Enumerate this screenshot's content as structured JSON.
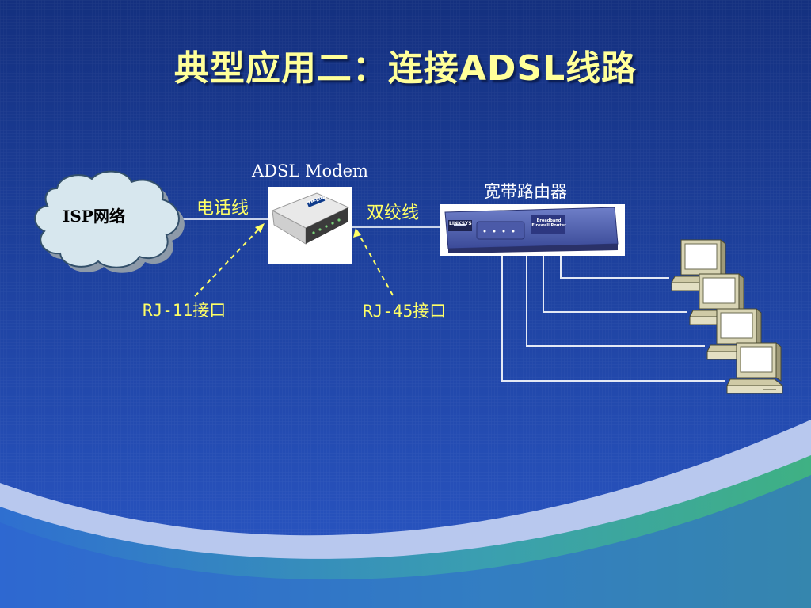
{
  "slide": {
    "title": "典型应用二：连接ADSL线路"
  },
  "diagram": {
    "nodes": {
      "isp_cloud": {
        "label": "ISP网络"
      },
      "modem": {
        "label": "ADSL Modem",
        "brand": "TP-LINK"
      },
      "router": {
        "label": "宽带路由器",
        "brand": "LINKSYS",
        "panel_text": "Broadband Firewall Router"
      }
    },
    "links": {
      "phone_line": {
        "label": "电话线"
      },
      "twisted_pair": {
        "label": "双绞线"
      }
    },
    "ports": {
      "rj11": {
        "label": "RJ-11接口"
      },
      "rj45": {
        "label": "RJ-45接口"
      }
    }
  },
  "colors": {
    "background_top": "#14307f",
    "background_bottom": "#2a57c6",
    "accent_yellow": "#ffff66",
    "title_yellow": "#ffff99",
    "wave_light": "#b8c8ee",
    "wave_teal": "#3aaa86"
  }
}
